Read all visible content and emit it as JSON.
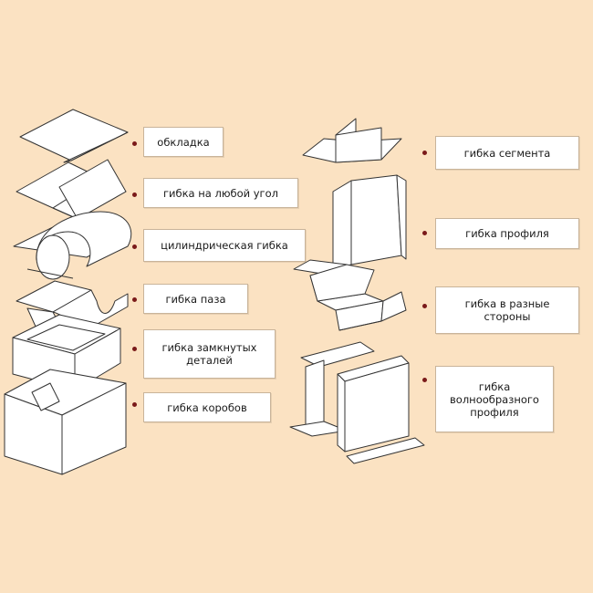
{
  "accent_color": "#7a1a1a",
  "background_color": "#fbe2c2",
  "left_labels": [
    {
      "text": "обкладка",
      "icon": "flat-fold-sheet-icon"
    },
    {
      "text": "гибка на любой угол",
      "icon": "angle-bend-icon"
    },
    {
      "text": "цилиндрическая гибка",
      "icon": "cylinder-bend-icon"
    },
    {
      "text": "гибка паза",
      "icon": "groove-bend-icon"
    },
    {
      "text": "гибка замкнутых\nдеталей",
      "icon": "closed-part-icon"
    },
    {
      "text": "гибка коробов",
      "icon": "box-bend-icon"
    }
  ],
  "right_labels": [
    {
      "text": "гибка сегмента",
      "icon": "segment-bend-icon"
    },
    {
      "text": "гибка профиля",
      "icon": "profile-bend-icon"
    },
    {
      "text": "гибка в разные\nстороны",
      "icon": "zigzag-bend-icon"
    },
    {
      "text": "гибка\nволнообразного\nпрофиля",
      "icon": "wave-profile-icon"
    }
  ]
}
